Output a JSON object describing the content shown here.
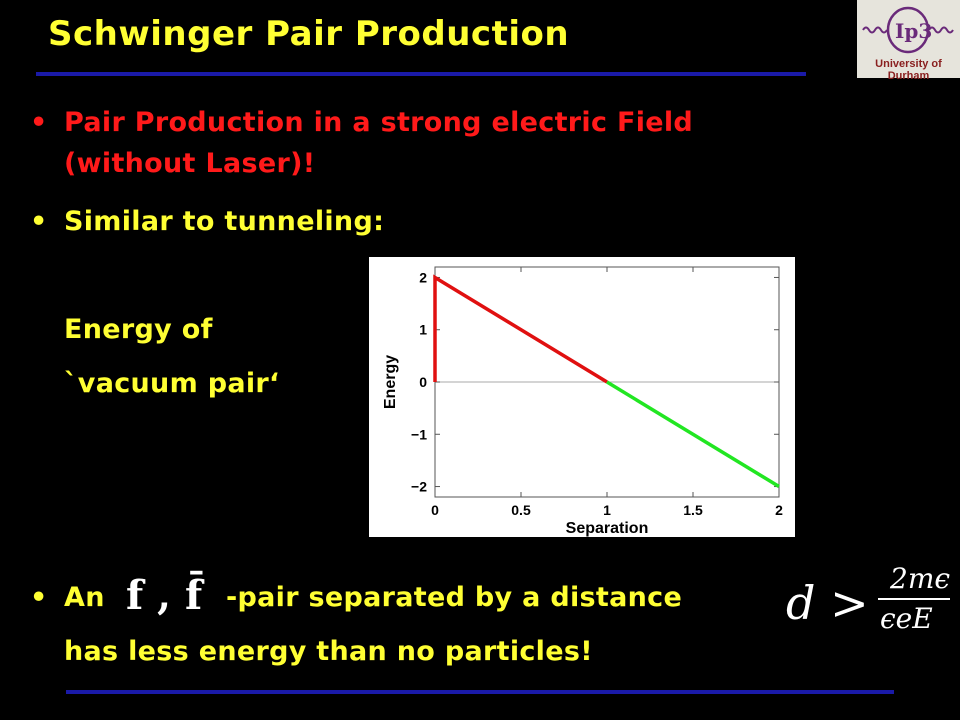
{
  "slide": {
    "title": "Schwinger Pair Production",
    "logo_text": "Ip3",
    "logo_caption": "University of Durham"
  },
  "bullets": {
    "b1_line1": "Pair Production in a strong electric Field",
    "b1_line2": "(without Laser)!",
    "b2": "Similar to tunneling:",
    "label_line1": "Energy of",
    "label_line2": "`vacuum pair‘",
    "b3_prefix": "An",
    "b3_pair": "-pair separated by a distance",
    "b3_line2": "has less energy than no particles!",
    "bullet_glyph": "•"
  },
  "formulas": {
    "ff": "f , f̄",
    "d_lhs": "d >",
    "numerator": "2mϵ",
    "denominator": "ϵeE"
  },
  "colors": {
    "title": "#ffff33",
    "bullet_red": "#ff1a1a",
    "bullet_yellow": "#ffff33",
    "rule": "#1a1aa8",
    "series_negative_slope_above": "#e01010",
    "series_below": "#22e622"
  },
  "chart_data": {
    "type": "line",
    "xlabel": "Separation",
    "ylabel": "Energy",
    "xlim": [
      0,
      2
    ],
    "ylim": [
      -2.2,
      2.2
    ],
    "xticks": [
      0,
      0.5,
      1,
      1.5,
      2
    ],
    "xtick_labels": [
      "0",
      "0.5",
      "1",
      "1.5",
      "2"
    ],
    "yticks": [
      2,
      1,
      0,
      -1,
      -2
    ],
    "ytick_labels": [
      "2",
      "1",
      "0",
      "−1",
      "−2"
    ],
    "reference_line_y": 0,
    "series": [
      {
        "color": "#e01010",
        "points": [
          [
            0,
            0
          ],
          [
            0,
            2
          ],
          [
            1,
            0
          ]
        ]
      },
      {
        "color": "#22e622",
        "points": [
          [
            1,
            0
          ],
          [
            2,
            -2
          ]
        ]
      }
    ]
  }
}
